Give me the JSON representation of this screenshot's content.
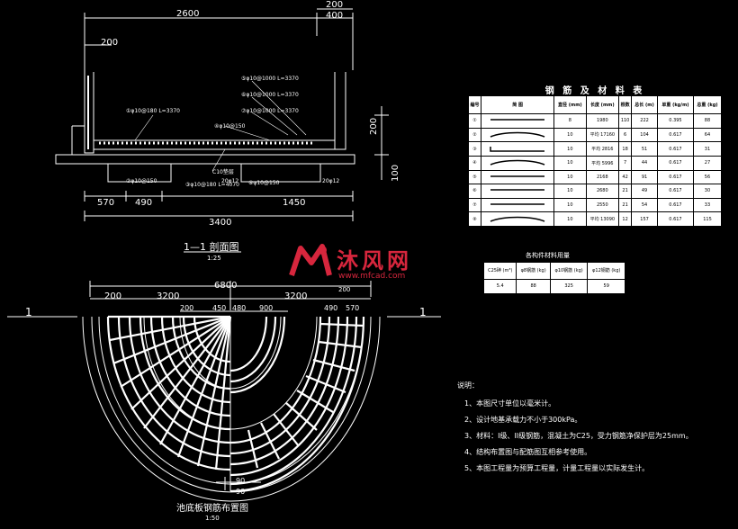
{
  "section": {
    "dims_top": [
      "2600",
      "200",
      "400"
    ],
    "dim_left_200": "200",
    "dims_bottom": [
      "570",
      "490",
      "1450"
    ],
    "dim_total": "3400",
    "dim_right": [
      "200",
      "100"
    ],
    "rebar_labels": [
      "①φ10@180 L=3370",
      "⑤φ10@1000 L=3370",
      "⑥φ10@1000 L=3370",
      "⑦φ10@1000 L=3370",
      "④φ10@150",
      "②φ10@150",
      "③φ10@180 L=4070",
      "⑧φ10@150",
      "20φ12",
      "20φ12"
    ],
    "c10_label": "C10垫层",
    "title": "1—1 剖面图",
    "scale": "1:25"
  },
  "plan": {
    "dims_top": [
      "6800",
      "200",
      "3200",
      "3200",
      "200"
    ],
    "dims_inner": [
      "200",
      "450",
      "480",
      "900",
      "490",
      "570"
    ],
    "section_mark": "1",
    "dims_bottom": [
      "90",
      "90"
    ],
    "title": "池底板钢筋布置图",
    "scale": "1:50"
  },
  "rebar_table": {
    "title": "钢 筋 及 材 料 表",
    "headers": [
      "编号",
      "简  图",
      "直径\n(mm)",
      "长度\n(mm)",
      "根数",
      "总长\n(m)",
      "单重\n(kg/m)",
      "总重\n(kg)"
    ],
    "rows": [
      [
        "①",
        "",
        "8",
        "1980",
        "110",
        "222",
        "0.395",
        "88"
      ],
      [
        "②",
        "",
        "10",
        "平均\n17160",
        "6",
        "104",
        "0.617",
        "64"
      ],
      [
        "③",
        "",
        "10",
        "平均\n2816",
        "18",
        "51",
        "0.617",
        "31"
      ],
      [
        "④",
        "",
        "10",
        "平均\n5996",
        "7",
        "44",
        "0.617",
        "27"
      ],
      [
        "⑤",
        "",
        "10",
        "2168",
        "42",
        "91",
        "0.617",
        "56"
      ],
      [
        "⑥",
        "",
        "10",
        "2680",
        "21",
        "49",
        "0.617",
        "30"
      ],
      [
        "⑦",
        "",
        "10",
        "2550",
        "21",
        "54",
        "0.617",
        "33"
      ],
      [
        "⑧",
        "",
        "10",
        "平均\n13090",
        "12",
        "157",
        "0.617",
        "115"
      ]
    ]
  },
  "material_table": {
    "title": "各构件材料用量",
    "headers": [
      "C25砷\n(m³)",
      "φ8钢筋\n(kg)",
      "φ10钢筋\n(kg)",
      "φ12钢筋\n(kg)"
    ],
    "values": [
      "5.4",
      "88",
      "325",
      "59"
    ]
  },
  "notes": {
    "title": "说明：",
    "items": [
      "1、本图尺寸单位以毫米计。",
      "2、设计地基承载力不小于300kPa。",
      "3、材料：I级、II级钢筋，混凝土为C25，受力钢筋净保护层为25mm。",
      "4、结构布置图与配筋图互相参考使用。",
      "5、本图工程量为预算工程量，计量工程量以实际发生计。"
    ]
  },
  "watermark": {
    "cn": "沐风网",
    "url": "www.mfcad.com"
  },
  "colors": {
    "line": "#ffffff",
    "watermark": "#d7263d",
    "annotation": "#f2e97a"
  }
}
